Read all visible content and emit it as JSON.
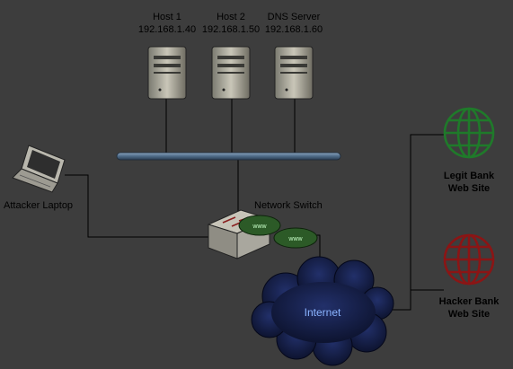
{
  "hosts": [
    {
      "name": "Host 1",
      "ip": "192.168.1.40"
    },
    {
      "name": "Host 2",
      "ip": "192.168.1.50"
    },
    {
      "name": "DNS Server",
      "ip": "192.168.1.60"
    }
  ],
  "attacker": {
    "label": "Attacker Laptop"
  },
  "switch": {
    "label": "Network Switch"
  },
  "www_labels": [
    "www",
    "www"
  ],
  "internet": {
    "label": "Internet"
  },
  "legit_bank": {
    "line1": "Legit Bank",
    "line2": "Web Site",
    "color": "#1f7a2a"
  },
  "hacker_bank": {
    "line1": "Hacker Bank",
    "line2": "Web Site",
    "color": "#8b1515"
  },
  "colors": {
    "background": "#3d3d3d",
    "bus": "#4f6b88",
    "lines": "#000000",
    "cloud": "#11183a",
    "www_ellipse": "#2c5a27"
  }
}
